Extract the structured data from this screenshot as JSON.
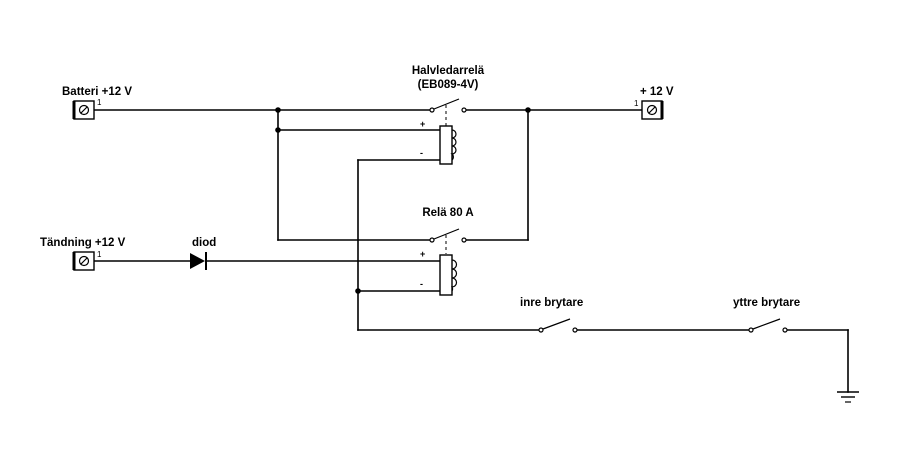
{
  "labels": {
    "battery": "Batteri +12 V",
    "ignition": "Tändning +12 V",
    "output": "+ 12 V",
    "ssr_name": "Halvledarrelä",
    "ssr_model": "(EB089-4V)",
    "relay80": "Relä 80 A",
    "diode": "diod",
    "inner_switch": "inre brytare",
    "outer_switch": "yttre brytare"
  },
  "pins": {
    "battery_pin": "1",
    "ignition_pin": "1",
    "output_pin": "1"
  },
  "coil_signs": {
    "plus": "+",
    "minus": "-"
  }
}
